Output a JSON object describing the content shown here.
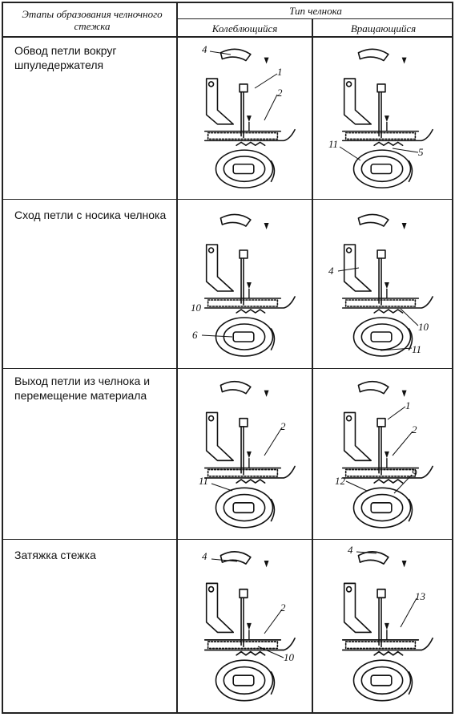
{
  "header": {
    "stages_col": "Этапы образования челночного стежка",
    "shuttle_type": "Тип челнока",
    "col_oscillating": "Колеблющийся",
    "col_rotating": "Вращающийся"
  },
  "rows": [
    {
      "stage": "Обвод петли вокруг шпуледержателя",
      "osc_labels": [
        "4",
        "1",
        "2"
      ],
      "rot_labels": [
        "11",
        "5"
      ]
    },
    {
      "stage": "Сход петли с носика челнока",
      "osc_labels": [
        "10",
        "6"
      ],
      "rot_labels": [
        "4",
        "10",
        "11"
      ]
    },
    {
      "stage": "Выход петли из челнока и перемещение материала",
      "osc_labels": [
        "2",
        "11"
      ],
      "rot_labels": [
        "1",
        "2",
        "12",
        "9"
      ]
    },
    {
      "stage": "Затяжка стежка",
      "osc_labels": [
        "4",
        "2",
        "10"
      ],
      "rot_labels": [
        "4",
        "13"
      ]
    }
  ]
}
